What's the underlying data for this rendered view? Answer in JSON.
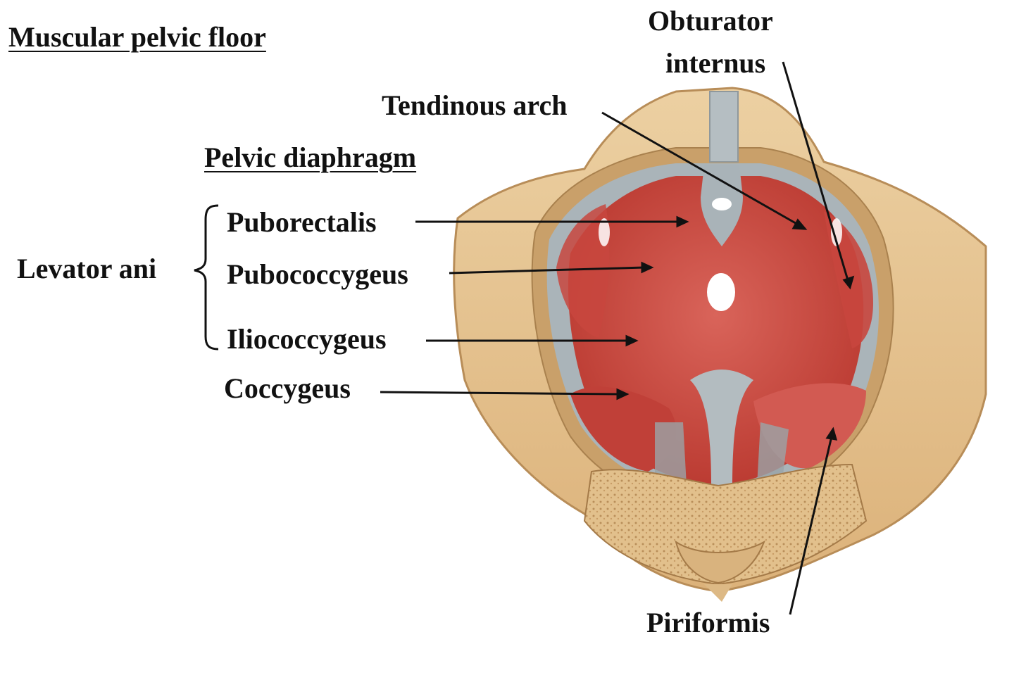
{
  "labels": {
    "muscular_pelvic_floor": "Muscular pelvic floor",
    "pelvic_diaphragm": "Pelvic diaphragm",
    "levator_ani": "Levator ani",
    "puborectalis": "Puborectalis",
    "pubococcygeus": "Pubococcygeus",
    "iliococcygeus": "Iliococcygeus",
    "coccygeus": "Coccygeus",
    "tendinous_arch": "Tendinous arch",
    "obturator_internus_line1": "Obturator",
    "obturator_internus_line2": "internus",
    "piriformis": "Piriformis"
  },
  "colors": {
    "bone": "#e8c99a",
    "bone_dark": "#c9a06a",
    "muscle": "#c8463e",
    "muscle_light": "#e0908a",
    "fascia": "#a9b3b8",
    "text": "#111111"
  }
}
